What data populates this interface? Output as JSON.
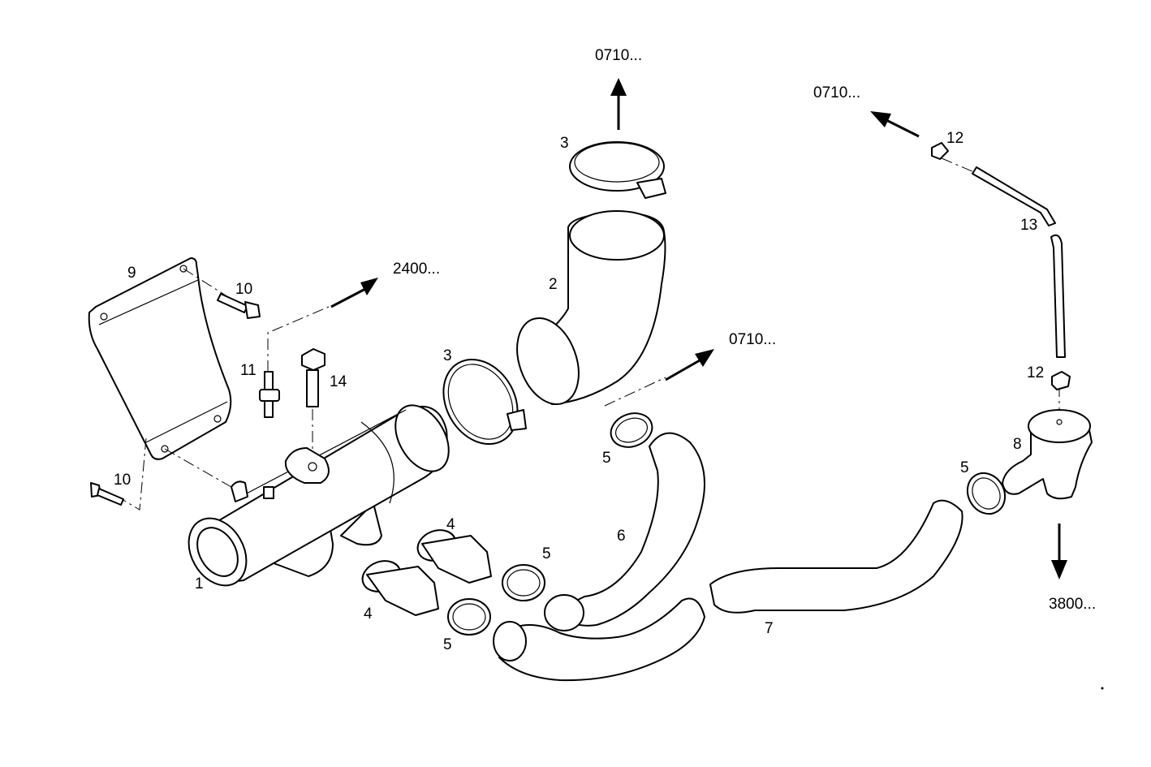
{
  "callouts": [
    {
      "id": "c1",
      "text": "1"
    },
    {
      "id": "c2",
      "text": "2"
    },
    {
      "id": "c3a",
      "text": "3"
    },
    {
      "id": "c3b",
      "text": "3"
    },
    {
      "id": "c4a",
      "text": "4"
    },
    {
      "id": "c4b",
      "text": "4"
    },
    {
      "id": "c5a",
      "text": "5"
    },
    {
      "id": "c5b",
      "text": "5"
    },
    {
      "id": "c5c",
      "text": "5"
    },
    {
      "id": "c5d",
      "text": "5"
    },
    {
      "id": "c6",
      "text": "6"
    },
    {
      "id": "c7",
      "text": "7"
    },
    {
      "id": "c8",
      "text": "8"
    },
    {
      "id": "c9",
      "text": "9"
    },
    {
      "id": "c10a",
      "text": "10"
    },
    {
      "id": "c10b",
      "text": "10"
    },
    {
      "id": "c11",
      "text": "11"
    },
    {
      "id": "c12a",
      "text": "12"
    },
    {
      "id": "c12b",
      "text": "12"
    },
    {
      "id": "c13",
      "text": "13"
    },
    {
      "id": "c14",
      "text": "14"
    }
  ],
  "references": [
    {
      "id": "r1",
      "text": "0710..."
    },
    {
      "id": "r2",
      "text": "0710..."
    },
    {
      "id": "r3",
      "text": "0710..."
    },
    {
      "id": "r4",
      "text": "2400..."
    },
    {
      "id": "r5",
      "text": "3800..."
    }
  ]
}
